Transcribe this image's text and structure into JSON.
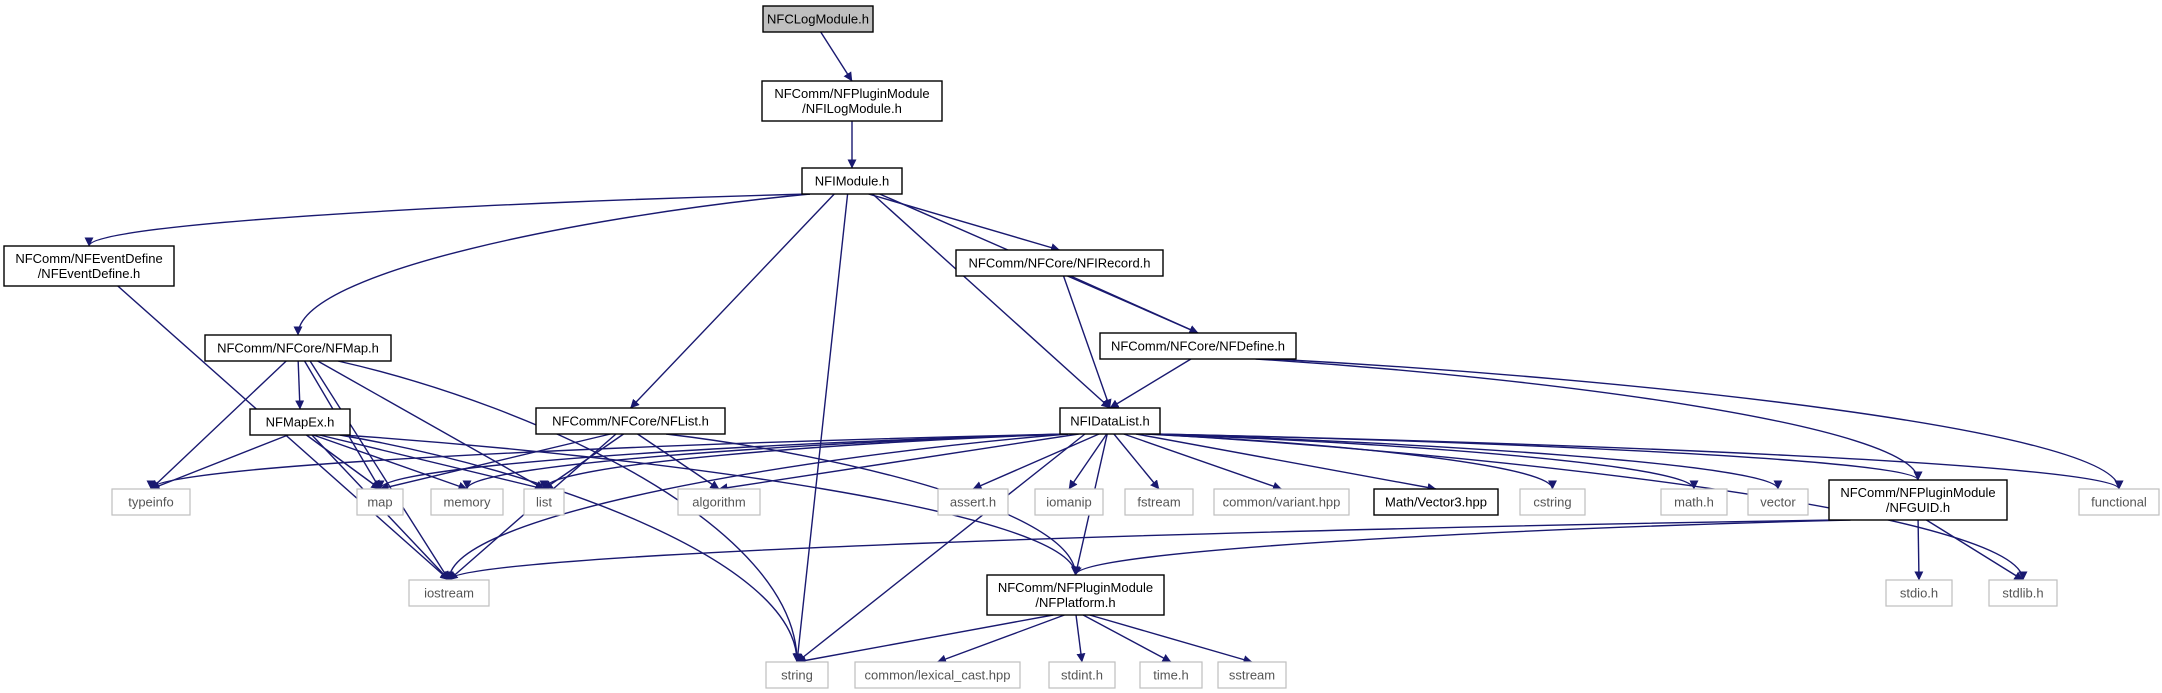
{
  "diagram": {
    "colors": {
      "edge": "#191970",
      "root_fill": "#bfbfbf",
      "project_border": "#000000",
      "system_border": "#bfbfbf"
    },
    "nodes": [
      {
        "id": "NFCLogModule",
        "lines": [
          "NFCLogModule.h"
        ],
        "kind": "root"
      },
      {
        "id": "NFILogModule",
        "lines": [
          "NFComm/NFPluginModule",
          "/NFILogModule.h"
        ],
        "kind": "project"
      },
      {
        "id": "NFIModule",
        "lines": [
          "NFIModule.h"
        ],
        "kind": "project"
      },
      {
        "id": "NFEventDefine",
        "lines": [
          "NFComm/NFEventDefine",
          "/NFEventDefine.h"
        ],
        "kind": "project"
      },
      {
        "id": "NFIRecord",
        "lines": [
          "NFComm/NFCore/NFIRecord.h"
        ],
        "kind": "project"
      },
      {
        "id": "NFMap",
        "lines": [
          "NFComm/NFCore/NFMap.h"
        ],
        "kind": "project"
      },
      {
        "id": "NFDefine",
        "lines": [
          "NFComm/NFCore/NFDefine.h"
        ],
        "kind": "project"
      },
      {
        "id": "NFMapEx",
        "lines": [
          "NFMapEx.h"
        ],
        "kind": "project"
      },
      {
        "id": "NFList",
        "lines": [
          "NFComm/NFCore/NFList.h"
        ],
        "kind": "project"
      },
      {
        "id": "NFIDataList",
        "lines": [
          "NFIDataList.h"
        ],
        "kind": "project"
      },
      {
        "id": "typeinfo",
        "lines": [
          "typeinfo"
        ],
        "kind": "system"
      },
      {
        "id": "map",
        "lines": [
          "map"
        ],
        "kind": "system"
      },
      {
        "id": "memory",
        "lines": [
          "memory"
        ],
        "kind": "system"
      },
      {
        "id": "list",
        "lines": [
          "list"
        ],
        "kind": "system"
      },
      {
        "id": "algorithm",
        "lines": [
          "algorithm"
        ],
        "kind": "system"
      },
      {
        "id": "assert",
        "lines": [
          "assert.h"
        ],
        "kind": "system"
      },
      {
        "id": "iomanip",
        "lines": [
          "iomanip"
        ],
        "kind": "system"
      },
      {
        "id": "fstream",
        "lines": [
          "fstream"
        ],
        "kind": "system"
      },
      {
        "id": "variant",
        "lines": [
          "common/variant.hpp"
        ],
        "kind": "system"
      },
      {
        "id": "Vector3",
        "lines": [
          "Math/Vector3.hpp"
        ],
        "kind": "project"
      },
      {
        "id": "cstring",
        "lines": [
          "cstring"
        ],
        "kind": "system"
      },
      {
        "id": "math",
        "lines": [
          "math.h"
        ],
        "kind": "system"
      },
      {
        "id": "vector",
        "lines": [
          "vector"
        ],
        "kind": "system"
      },
      {
        "id": "NFGUID",
        "lines": [
          "NFComm/NFPluginModule",
          "/NFGUID.h"
        ],
        "kind": "project"
      },
      {
        "id": "functional",
        "lines": [
          "functional"
        ],
        "kind": "system"
      },
      {
        "id": "iostream",
        "lines": [
          "iostream"
        ],
        "kind": "system"
      },
      {
        "id": "NFPlatform",
        "lines": [
          "NFComm/NFPluginModule",
          "/NFPlatform.h"
        ],
        "kind": "project"
      },
      {
        "id": "stdio",
        "lines": [
          "stdio.h"
        ],
        "kind": "system"
      },
      {
        "id": "stdlib",
        "lines": [
          "stdlib.h"
        ],
        "kind": "system"
      },
      {
        "id": "string",
        "lines": [
          "string"
        ],
        "kind": "system"
      },
      {
        "id": "lexical_cast",
        "lines": [
          "common/lexical_cast.hpp"
        ],
        "kind": "system"
      },
      {
        "id": "stdint",
        "lines": [
          "stdint.h"
        ],
        "kind": "system"
      },
      {
        "id": "time",
        "lines": [
          "time.h"
        ],
        "kind": "system"
      },
      {
        "id": "sstream",
        "lines": [
          "sstream"
        ],
        "kind": "system"
      }
    ],
    "edges": [
      [
        "NFCLogModule",
        "NFILogModule"
      ],
      [
        "NFILogModule",
        "NFIModule"
      ],
      [
        "NFIModule",
        "NFEventDefine"
      ],
      [
        "NFIModule",
        "NFMap"
      ],
      [
        "NFIModule",
        "NFList"
      ],
      [
        "NFIModule",
        "string"
      ],
      [
        "NFIModule",
        "NFIDataList"
      ],
      [
        "NFIModule",
        "NFIRecord"
      ],
      [
        "NFIModule",
        "NFDefine"
      ],
      [
        "NFEventDefine",
        "iostream"
      ],
      [
        "NFIRecord",
        "NFIDataList"
      ],
      [
        "NFIRecord",
        "NFDefine"
      ],
      [
        "NFDefine",
        "NFIDataList"
      ],
      [
        "NFDefine",
        "NFGUID"
      ],
      [
        "NFDefine",
        "functional"
      ],
      [
        "NFMap",
        "NFMapEx"
      ],
      [
        "NFMap",
        "typeinfo"
      ],
      [
        "NFMap",
        "map"
      ],
      [
        "NFMap",
        "list"
      ],
      [
        "NFMap",
        "iostream"
      ],
      [
        "NFMap",
        "string"
      ],
      [
        "NFMapEx",
        "typeinfo"
      ],
      [
        "NFMapEx",
        "map"
      ],
      [
        "NFMapEx",
        "memory"
      ],
      [
        "NFMapEx",
        "list"
      ],
      [
        "NFMapEx",
        "iostream"
      ],
      [
        "NFMapEx",
        "string"
      ],
      [
        "NFMapEx",
        "NFPlatform"
      ],
      [
        "NFList",
        "map"
      ],
      [
        "NFList",
        "list"
      ],
      [
        "NFList",
        "algorithm"
      ],
      [
        "NFList",
        "iostream"
      ],
      [
        "NFList",
        "NFPlatform"
      ],
      [
        "NFIDataList",
        "typeinfo"
      ],
      [
        "NFIDataList",
        "map"
      ],
      [
        "NFIDataList",
        "memory"
      ],
      [
        "NFIDataList",
        "list"
      ],
      [
        "NFIDataList",
        "algorithm"
      ],
      [
        "NFIDataList",
        "iostream"
      ],
      [
        "NFIDataList",
        "string"
      ],
      [
        "NFIDataList",
        "assert"
      ],
      [
        "NFIDataList",
        "iomanip"
      ],
      [
        "NFIDataList",
        "fstream"
      ],
      [
        "NFIDataList",
        "variant"
      ],
      [
        "NFIDataList",
        "Vector3"
      ],
      [
        "NFIDataList",
        "cstring"
      ],
      [
        "NFIDataList",
        "math"
      ],
      [
        "NFIDataList",
        "vector"
      ],
      [
        "NFIDataList",
        "NFGUID"
      ],
      [
        "NFIDataList",
        "functional"
      ],
      [
        "NFIDataList",
        "stdlib"
      ],
      [
        "NFIDataList",
        "NFPlatform"
      ],
      [
        "NFGUID",
        "iostream"
      ],
      [
        "NFGUID",
        "NFPlatform"
      ],
      [
        "NFGUID",
        "stdio"
      ],
      [
        "NFGUID",
        "stdlib"
      ],
      [
        "NFPlatform",
        "string"
      ],
      [
        "NFPlatform",
        "lexical_cast"
      ],
      [
        "NFPlatform",
        "stdint"
      ],
      [
        "NFPlatform",
        "time"
      ],
      [
        "NFPlatform",
        "sstream"
      ]
    ]
  }
}
